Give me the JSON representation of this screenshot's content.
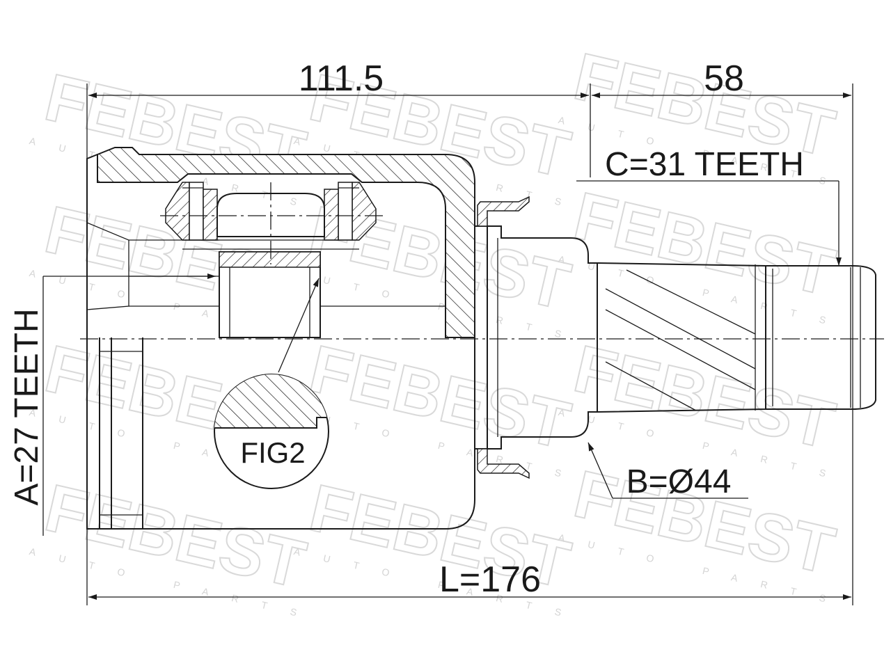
{
  "watermark": {
    "brand": "FEBEST",
    "sub": "AUTO PARTS"
  },
  "dimensions": {
    "length_left": "111.5",
    "length_right": "58",
    "outer_spline": "C=31 TEETH",
    "inner_spline": "A=27 TEETH",
    "seal_diameter": "B=Ø44",
    "total_length": "L=176"
  },
  "detail_label": "FIG2"
}
